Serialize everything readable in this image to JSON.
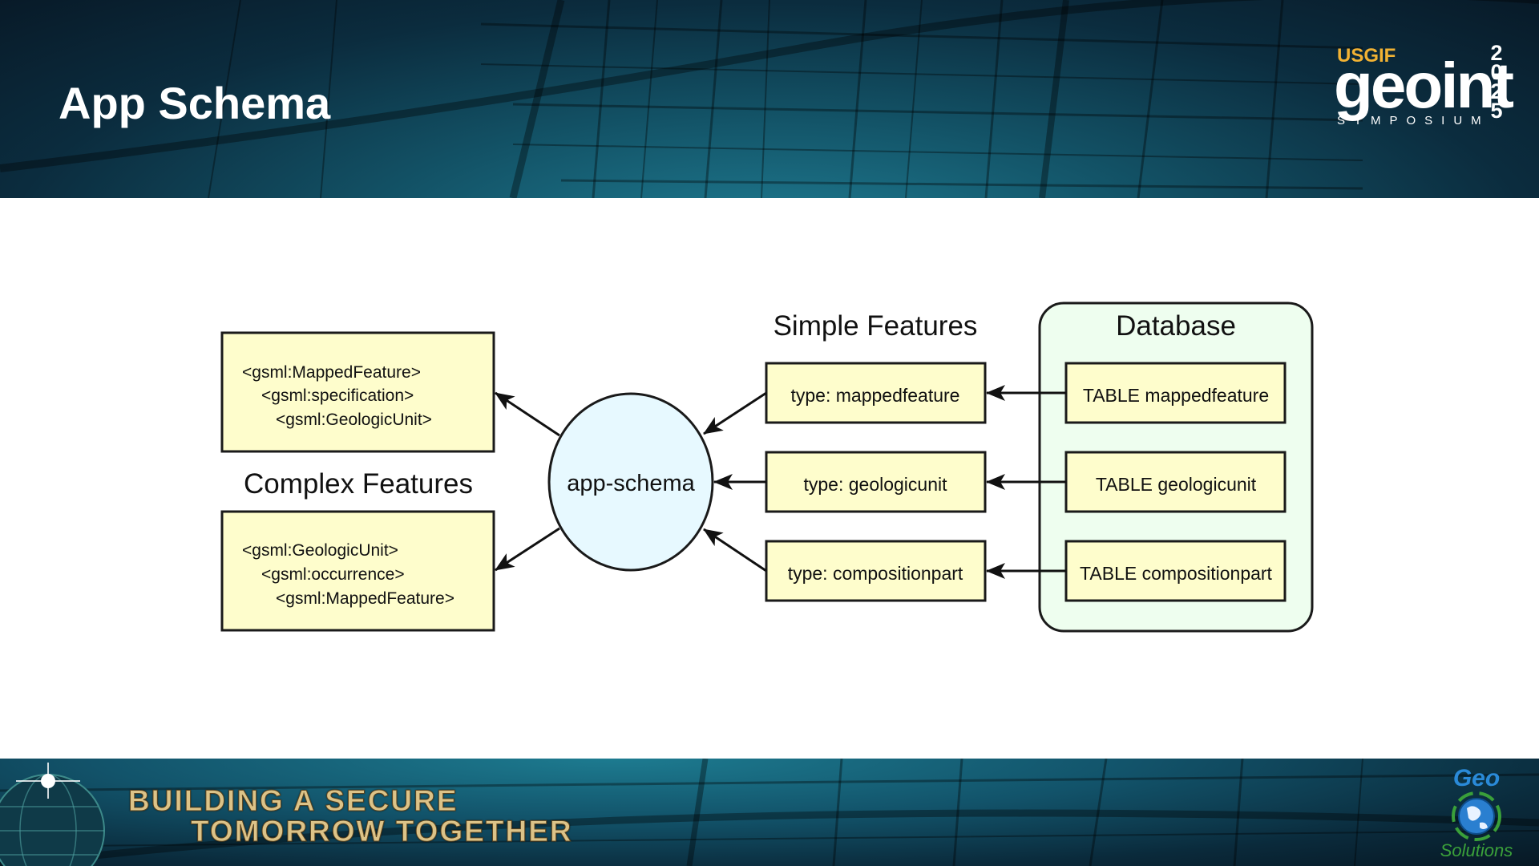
{
  "title": "App Schema",
  "logo": {
    "org": "USGIF",
    "brand": "geoint",
    "sub": "SYMPOSIUM",
    "year": "2025"
  },
  "tagline": {
    "line1": "BUILDING A SECURE",
    "line2": "TOMORROW TOGETHER"
  },
  "geo_logo": {
    "top": "Geo",
    "bottom": "Solutions"
  },
  "diagram": {
    "complex_label": "Complex Features",
    "complex1": [
      "<gsml:MappedFeature>",
      "<gsml:specification>",
      "<gsml:GeologicUnit>"
    ],
    "complex2": [
      "<gsml:GeologicUnit>",
      "<gsml:occurrence>",
      "<gsml:MappedFeature>"
    ],
    "center": "app-schema",
    "simple_label": "Simple Features",
    "simple": [
      "type: mappedfeature",
      "type: geologicunit",
      "type: compositionpart"
    ],
    "db_label": "Database",
    "tables": [
      "TABLE mappedfeature",
      "TABLE geologicunit",
      "TABLE compositionpart"
    ]
  },
  "colors": {
    "box_fill": "#fefdcc",
    "ellipse_fill": "#e7f9ff",
    "db_fill": "#eefeef",
    "stroke": "#1a1a1a"
  }
}
